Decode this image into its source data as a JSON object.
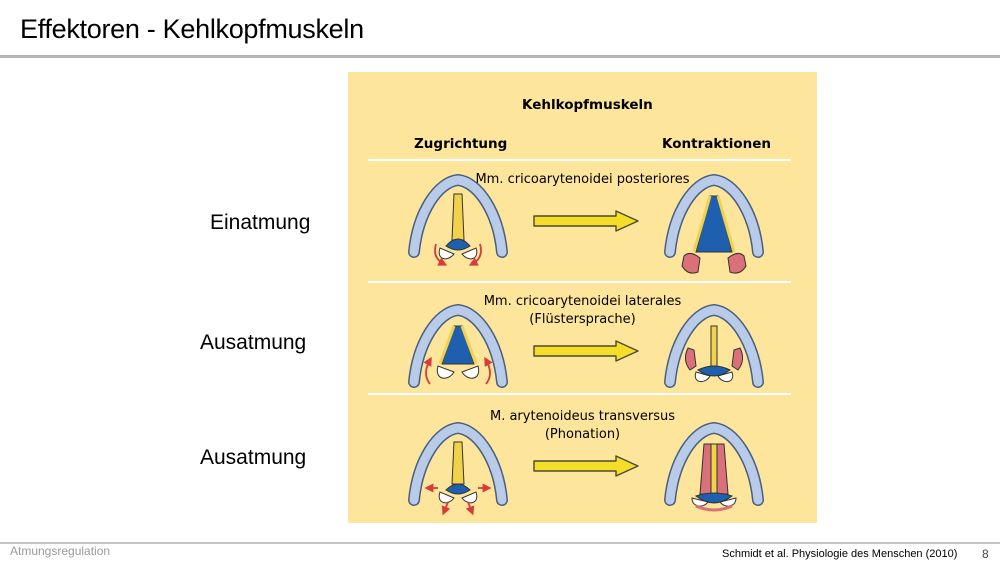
{
  "slide": {
    "title": "Effektoren - Kehlkopfmuskeln",
    "row_labels": [
      "Einatmung",
      "Ausatmung",
      "Ausatmung"
    ],
    "footer_left": "Atmungsregulation",
    "source": "Schmidt et al. Physiologie des Menschen (2010)",
    "page_number": "8"
  },
  "figure": {
    "title": "Kehlkopfmuskeln",
    "col_left": "Zugrichtung",
    "col_right": "Kontraktionen",
    "rows": [
      {
        "name_line1": "Mm. cricoarytenoidei posteriores",
        "name_line2": ""
      },
      {
        "name_line1": "Mm. cricoarytenoidei laterales",
        "name_line2": "(Flüstersprache)"
      },
      {
        "name_line1": "M. arytenoideus transversus",
        "name_line2": "(Phonation)"
      }
    ],
    "colors": {
      "background": "#fde59c",
      "cartilage": "#b8cbe8",
      "glottis": "#1f5fb0",
      "vocal_cord": "#f2d24a",
      "muscle": "#d9707a",
      "pull_arrow": "#d93a3a",
      "big_arrow": "#f5de2a"
    }
  }
}
